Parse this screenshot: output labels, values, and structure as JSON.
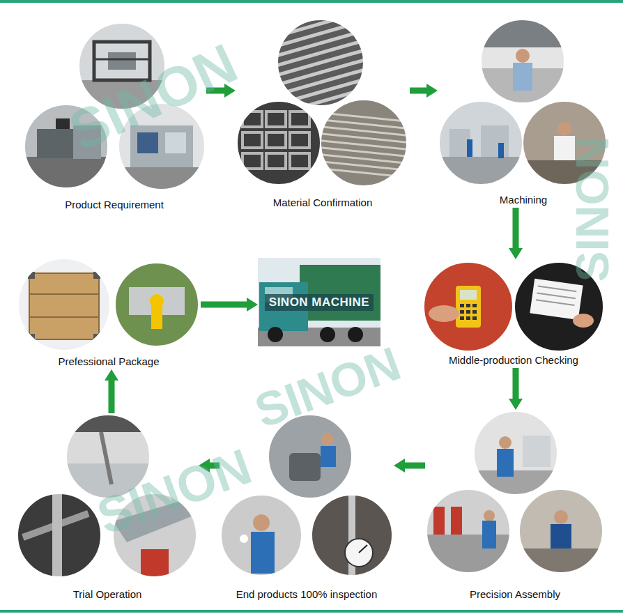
{
  "diagram": {
    "nodes": [
      {
        "text": [
          "Product Requirement"
        ]
      },
      {
        "text": [
          "Material Confirmation"
        ]
      },
      {
        "text": [
          "Machining"
        ]
      },
      {
        "text": [
          "Middle-production Checking"
        ]
      },
      {
        "text": [
          "Precision Assembly"
        ]
      },
      {
        "text": [
          "End products 100% inspection"
        ]
      },
      {
        "text": [
          "Trial Operation"
        ]
      },
      {
        "text": [
          "Prefessional Package"
        ]
      },
      {
        "text": [
          "SINON MACHINE"
        ]
      }
    ],
    "edges": [
      {
        "from": 0,
        "to": 1,
        "arrow": "to"
      },
      {
        "from": 1,
        "to": 2,
        "arrow": "to"
      },
      {
        "from": 2,
        "to": 3,
        "arrow": "to"
      },
      {
        "from": 3,
        "to": 4,
        "arrow": "to"
      },
      {
        "from": 4,
        "to": 5,
        "arrow": "to"
      },
      {
        "from": 5,
        "to": 6,
        "arrow": "to"
      },
      {
        "from": 6,
        "to": 7,
        "arrow": "to"
      },
      {
        "from": 7,
        "to": 8,
        "arrow": "to"
      }
    ],
    "labels": [
      "SINON",
      "SINON",
      "SINON",
      "SINON"
    ]
  }
}
